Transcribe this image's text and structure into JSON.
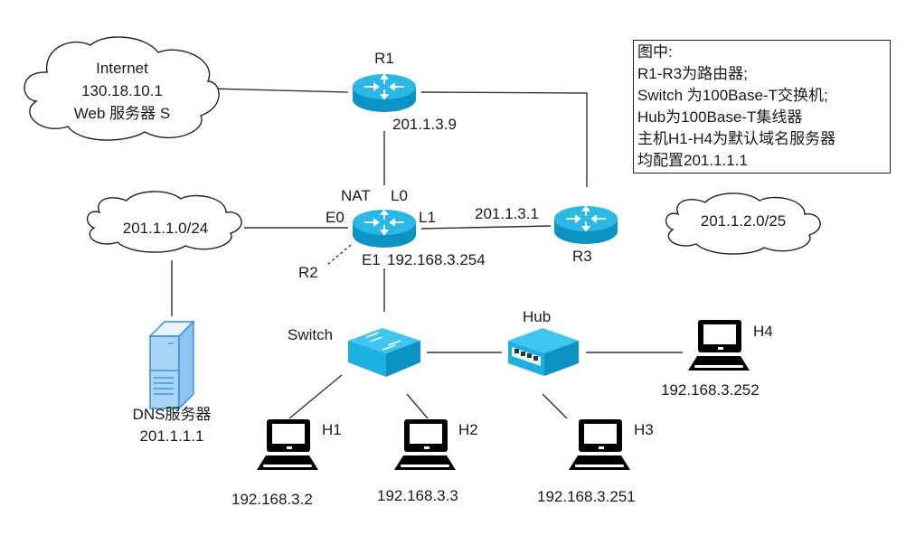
{
  "diagram": {
    "clouds": [
      {
        "id": "internet",
        "lines": [
          "Internet",
          "130.18.10.1",
          "Web 服务器 S"
        ]
      },
      {
        "id": "lan-201-1-1",
        "lines": [
          "201.1.1.0/24"
        ]
      },
      {
        "id": "lan-201-1-2",
        "lines": [
          "201.1.2.0/25"
        ]
      }
    ],
    "routers": {
      "r1": {
        "name": "R1",
        "ip": "201.1.3.9"
      },
      "r2": {
        "name": "R2",
        "nat": "NAT",
        "l0": "L0",
        "l1": "L1",
        "e0": "E0",
        "e1": "E1",
        "e1_ip": "192.168.3.254"
      },
      "r3": {
        "name": "R3",
        "ip": "201.1.3.1"
      }
    },
    "switch": {
      "name": "Switch"
    },
    "hub": {
      "name": "Hub"
    },
    "dns": {
      "name": "DNS服务器",
      "ip": "201.1.1.1"
    },
    "hosts": [
      {
        "name": "H1",
        "ip": "192.168.3.2"
      },
      {
        "name": "H2",
        "ip": "192.168.3.3"
      },
      {
        "name": "H3",
        "ip": "192.168.3.251"
      },
      {
        "name": "H4",
        "ip": "192.168.3.252"
      }
    ],
    "colors": {
      "device": "#1ab0e0",
      "device_dark": "#0b93c4",
      "server": "#a8d4f5",
      "line": "#333333"
    }
  },
  "note": {
    "lines": [
      "图中:",
      "R1-R3为路由器;",
      "Switch 为100Base-T交换机;",
      "Hub为100Base-T集线器",
      "主机H1-H4为默认域名服务器",
      "均配置201.1.1.1"
    ]
  }
}
